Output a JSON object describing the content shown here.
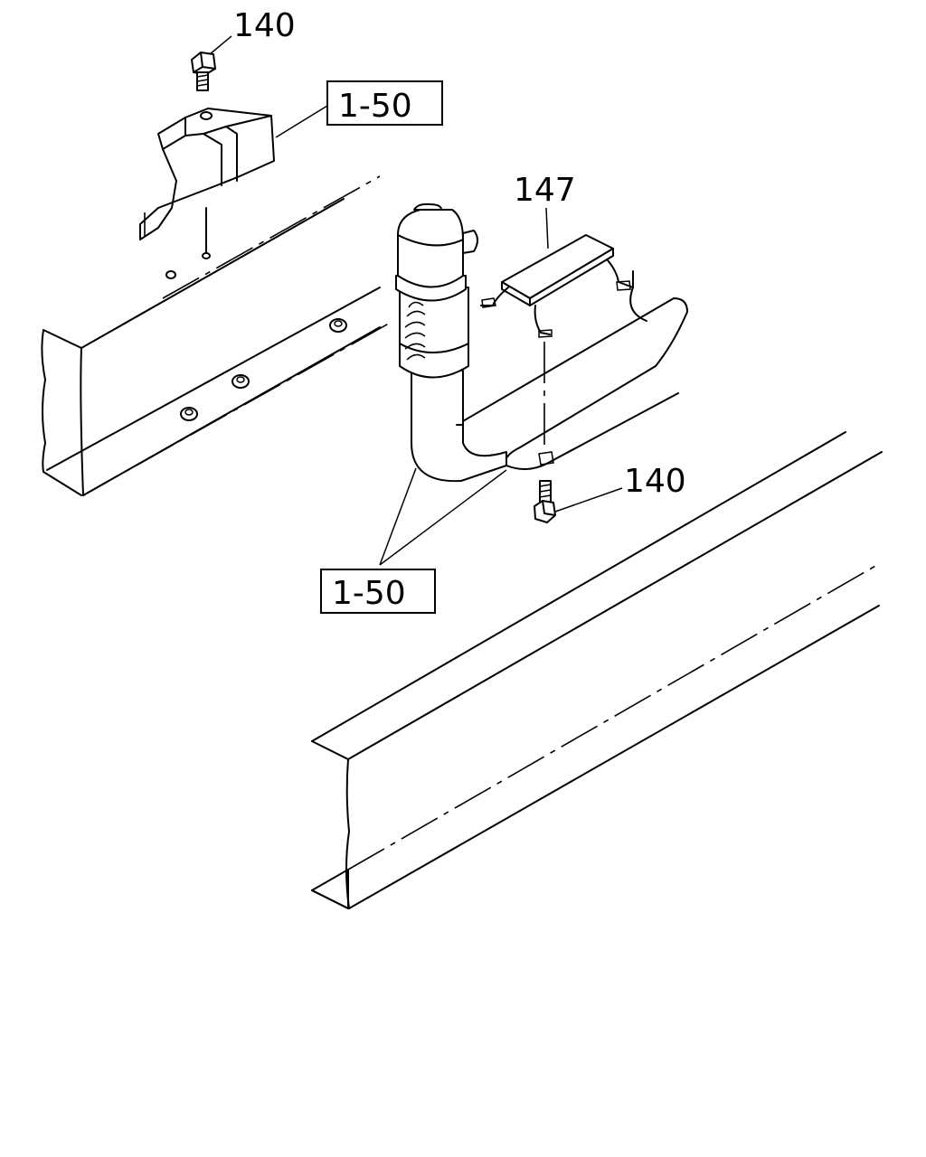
{
  "callouts": {
    "bolt_top": "140",
    "bolt_bottom": "140",
    "bracket": "147"
  },
  "references": {
    "top": "1-50",
    "bottom": "1-50"
  }
}
